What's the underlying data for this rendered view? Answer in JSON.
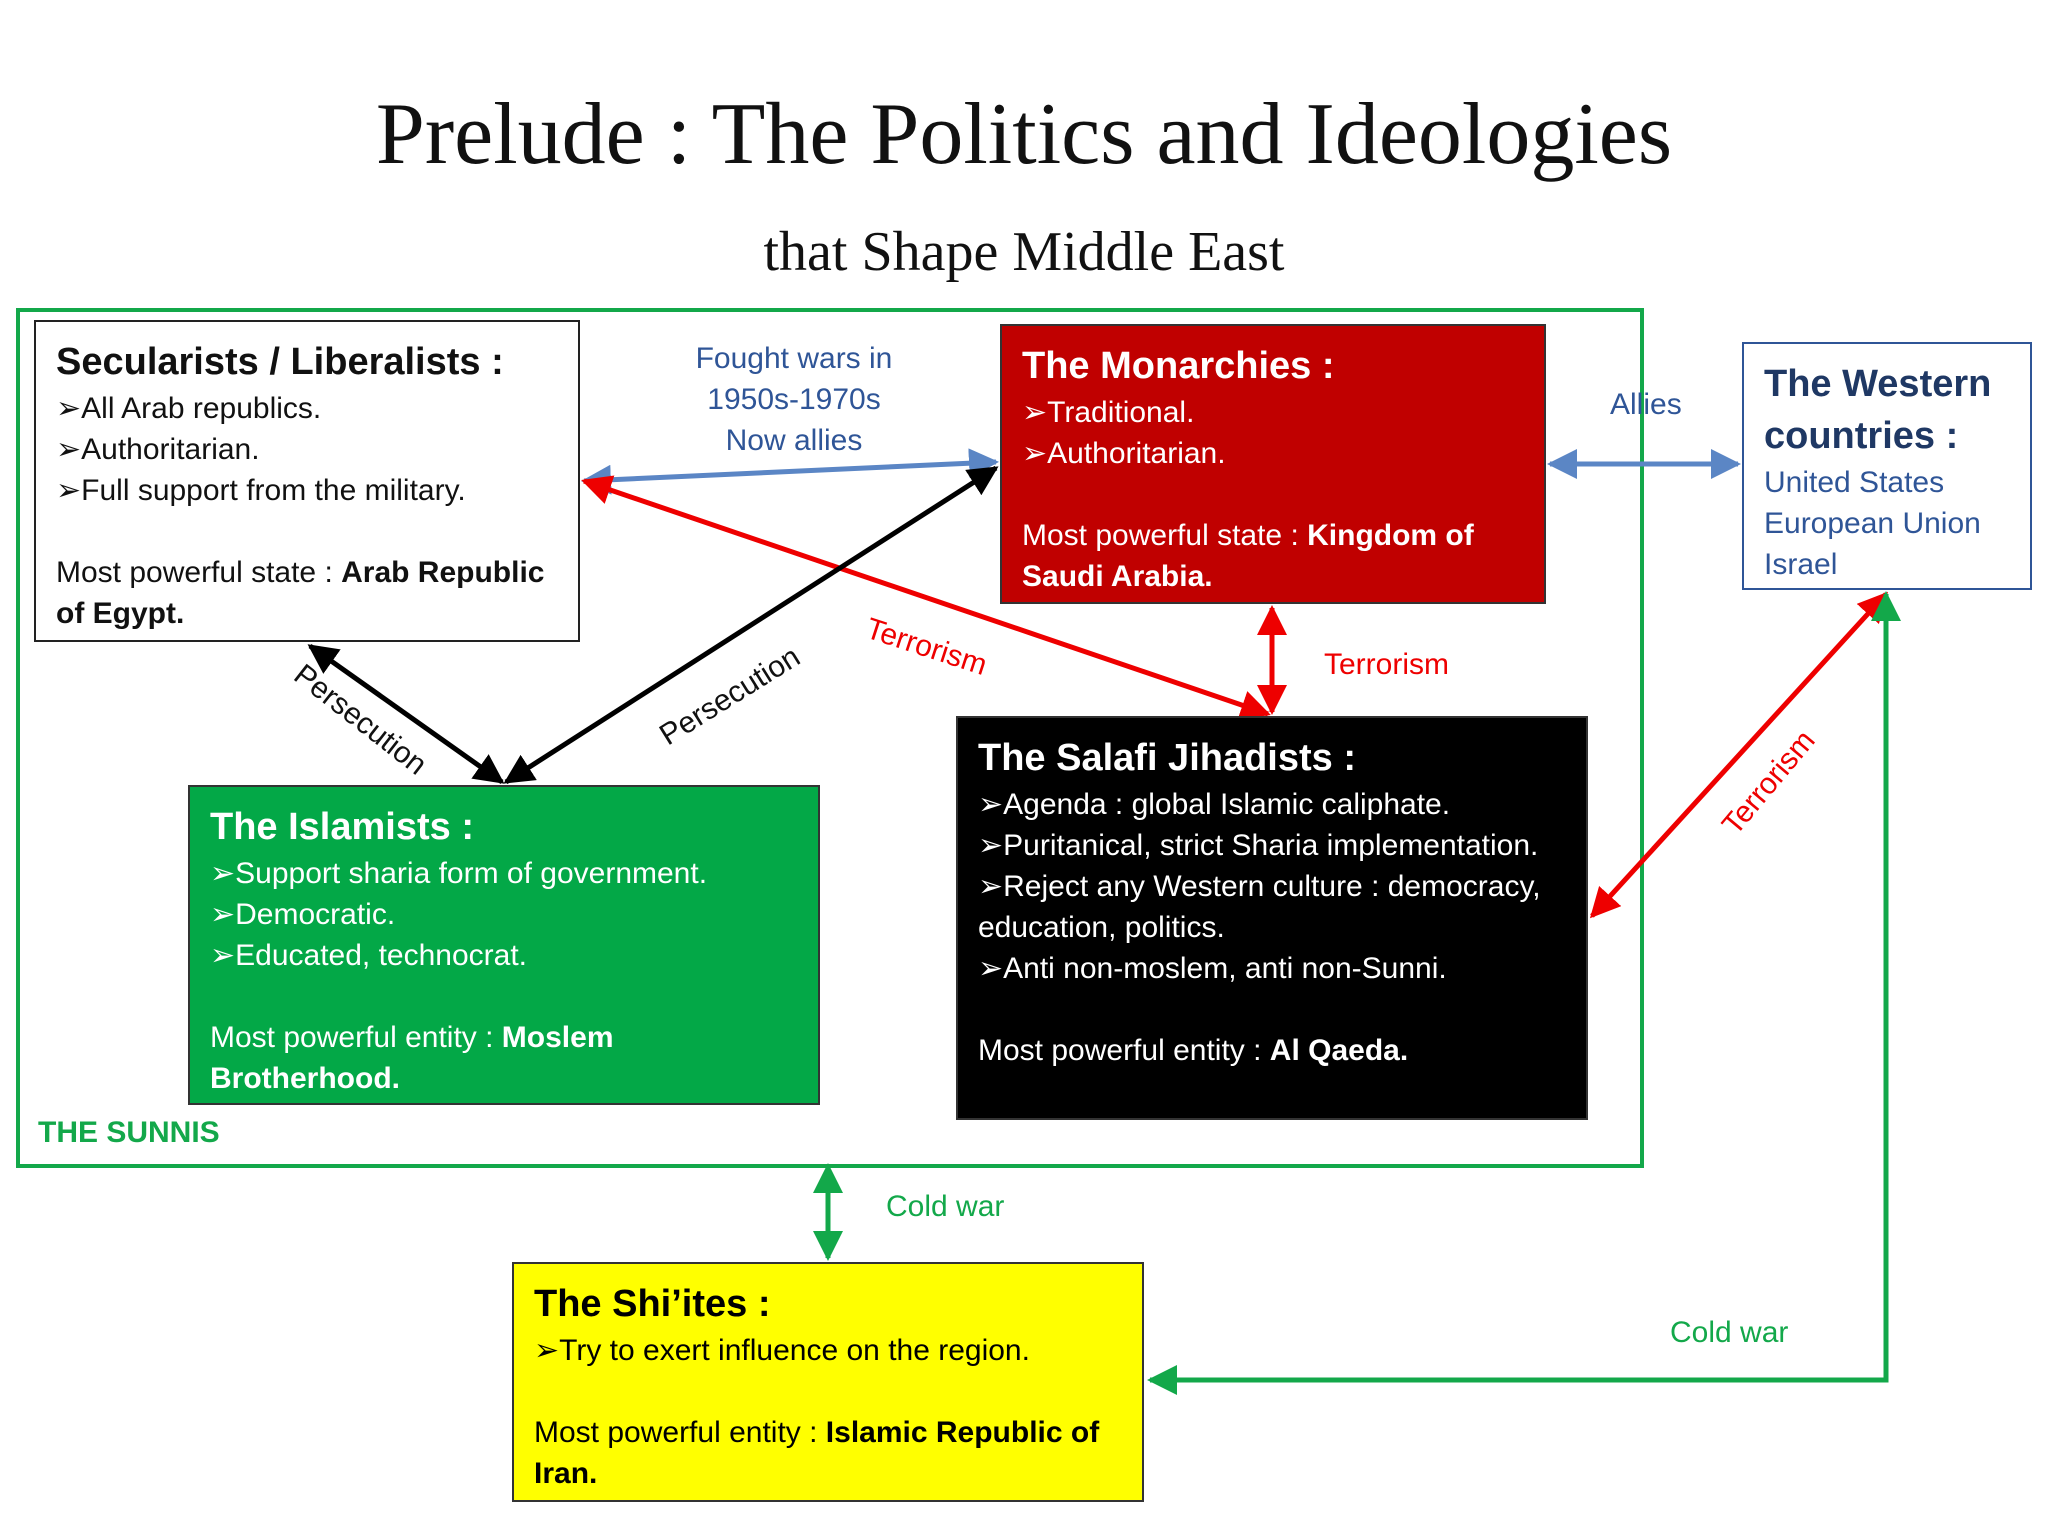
{
  "title": "Prelude : The Politics and Ideologies",
  "subtitle": "that Shape Middle East",
  "sunnis_label": "THE SUNNIS",
  "secularists": {
    "heading": "Secularists / Liberalists :",
    "bullets": [
      "All Arab republics.",
      "Authoritarian.",
      "Full support from the military."
    ],
    "state_prefix": "Most powerful state : ",
    "state": "Arab Republic of Egypt."
  },
  "monarchies": {
    "heading": "The Monarchies :",
    "bullets": [
      "Traditional.",
      "Authoritarian."
    ],
    "state_prefix": "Most powerful state : ",
    "state": "Kingdom of Saudi Arabia."
  },
  "western": {
    "heading": "The Western countries :",
    "lines": [
      "United States",
      "European Union",
      "Israel"
    ]
  },
  "islamists": {
    "heading": "The Islamists :",
    "bullets": [
      "Support sharia form of government.",
      "Democratic.",
      "Educated, technocrat."
    ],
    "entity_prefix": "Most powerful entity : ",
    "entity": "Moslem Brotherhood."
  },
  "salafi": {
    "heading": "The Salafi Jihadists :",
    "bullets": [
      "Agenda : global Islamic caliphate.",
      "Puritanical, strict Sharia implementation.",
      "Reject any Western culture : democracy, education, politics.",
      "Anti non-moslem, anti non-Sunni."
    ],
    "entity_prefix": "Most powerful entity : ",
    "entity": "Al Qaeda."
  },
  "shiites": {
    "heading": "The Shi’ites :",
    "bullets": [
      "Try to exert influence on the region."
    ],
    "entity_prefix": "Most powerful entity : ",
    "entity": "Islamic Republic of Iran."
  },
  "relations": {
    "fought_wars": [
      "Fought wars in",
      "1950s-1970s",
      "Now allies"
    ],
    "allies": "Allies",
    "terrorism": "Terrorism",
    "persecution": "Persecution",
    "cold_war": "Cold war"
  },
  "colors": {
    "sunni_green": "#13a84a",
    "monarchy_red": "#c00000",
    "islamist_green": "#03a847",
    "salafi_black": "#000000",
    "shiite_yellow": "#ffff00",
    "western_blue": "#2f5597",
    "terror_red": "#ee0000",
    "allies_blue": "#5b86c5"
  }
}
